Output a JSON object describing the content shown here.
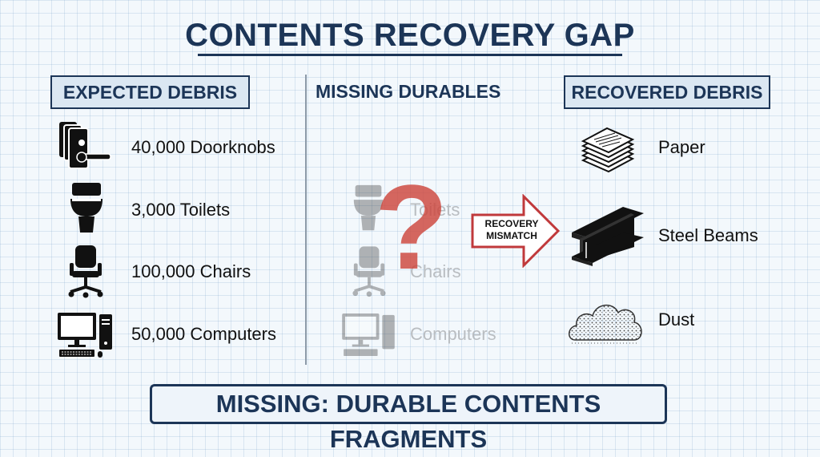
{
  "title": "CONTENTS RECOVERY GAP",
  "columns": {
    "expected": {
      "header": "EXPECTED DEBRIS",
      "items": [
        {
          "label": "40,000 Doorknobs",
          "icon": "door-handle-icon"
        },
        {
          "label": "3,000 Toilets",
          "icon": "toilet-icon"
        },
        {
          "label": "100,000 Chairs",
          "icon": "office-chair-icon"
        },
        {
          "label": "50,000 Computers",
          "icon": "computer-icon"
        }
      ]
    },
    "missing": {
      "header": "MISSING DURABLES",
      "items": [
        {
          "label": "Toilets",
          "icon": "toilet-icon"
        },
        {
          "label": "Chairs",
          "icon": "office-chair-icon"
        },
        {
          "label": "Computers",
          "icon": "computer-icon"
        }
      ],
      "question_mark": "?"
    },
    "recovered": {
      "header": "RECOVERED DEBRIS",
      "items": [
        {
          "label": "Paper",
          "icon": "paper-stack-icon"
        },
        {
          "label": "Steel Beams",
          "icon": "steel-beam-icon"
        },
        {
          "label": "Dust",
          "icon": "dust-cloud-icon"
        }
      ]
    }
  },
  "arrow": {
    "line1": "RECOVERY",
    "line2": "MISMATCH",
    "color": "#c0393b"
  },
  "footer": "MISSING: DURABLE CONTENTS FRAGMENTS",
  "colors": {
    "navy": "#1c3557",
    "ghost": "#b9bdc1",
    "accent": "#c0393b"
  }
}
